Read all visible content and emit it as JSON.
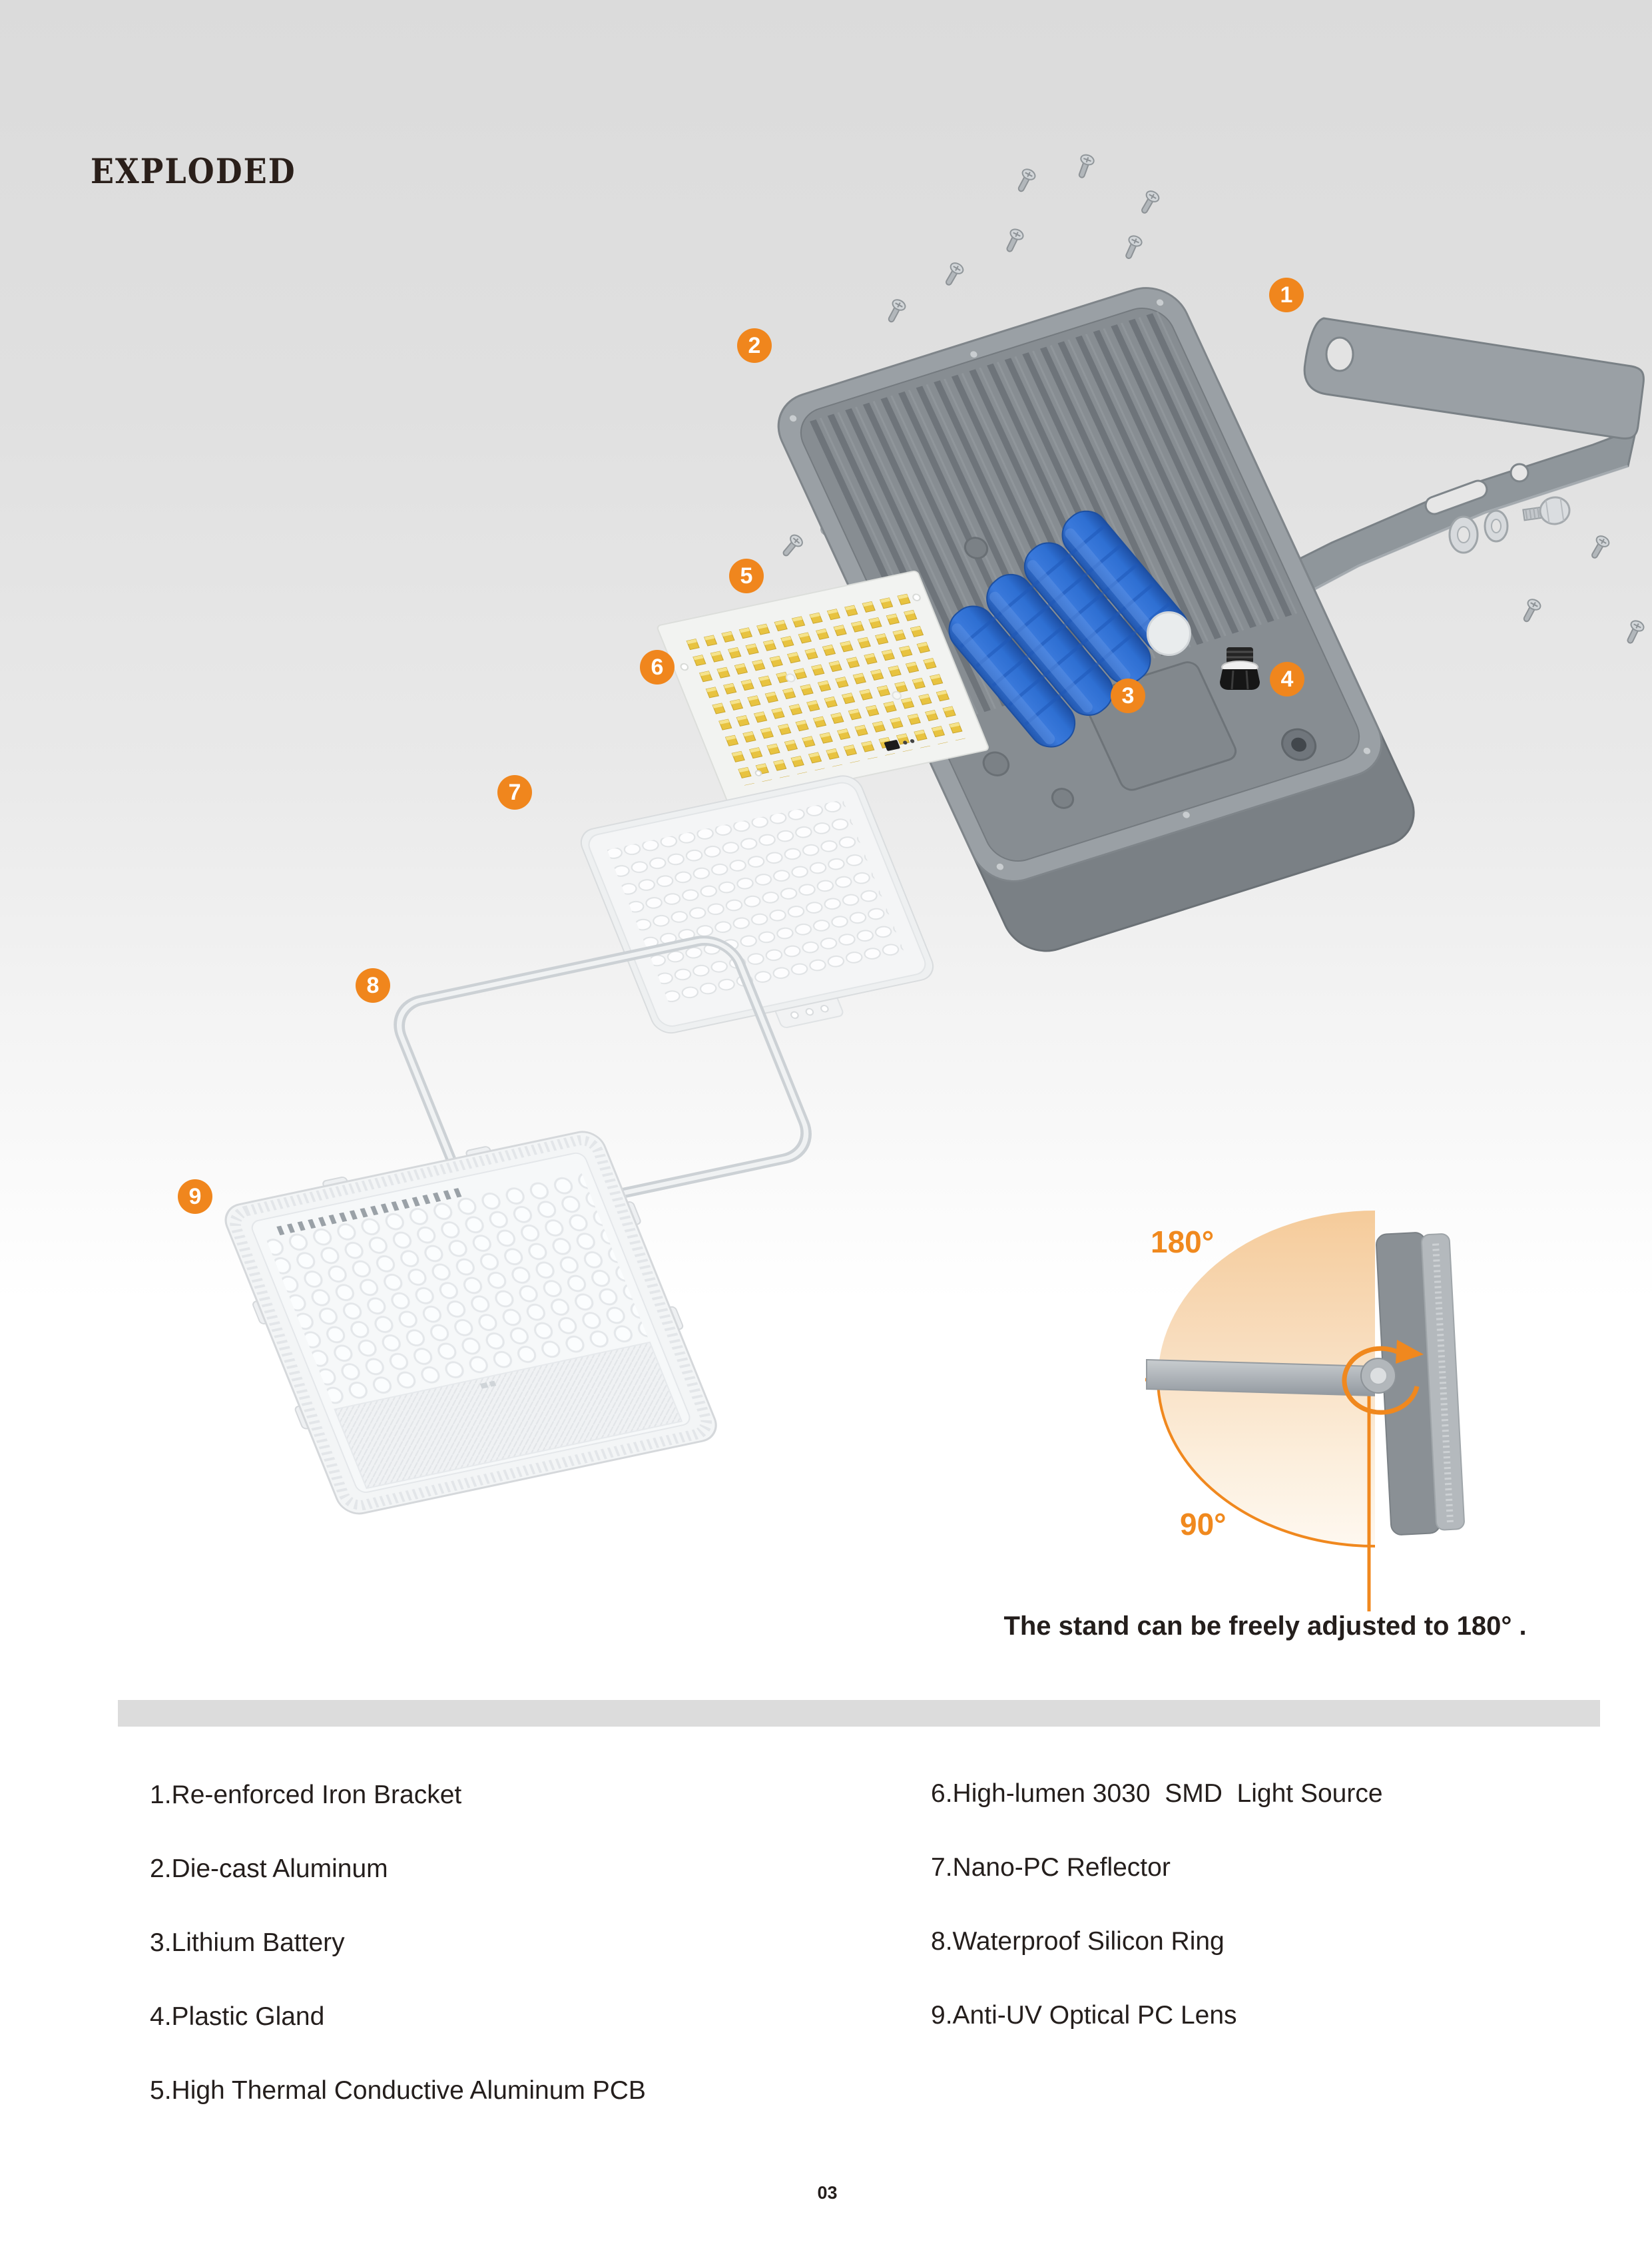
{
  "page": {
    "title": "EXPLODED",
    "page_number": "03"
  },
  "callouts": [
    {
      "num": "1"
    },
    {
      "num": "2"
    },
    {
      "num": "3"
    },
    {
      "num": "4"
    },
    {
      "num": "5"
    },
    {
      "num": "6"
    },
    {
      "num": "7"
    },
    {
      "num": "8"
    },
    {
      "num": "9"
    }
  ],
  "angle_diagram": {
    "top_angle": "180°",
    "bottom_angle": "90°",
    "caption": "The stand can be freely adjusted to 180° ."
  },
  "parts_list": {
    "left": [
      "1.Re-enforced Iron Bracket",
      "2.Die-cast Aluminum",
      "3.Lithium Battery",
      "4.Plastic Gland",
      "5.High Thermal Conductive Aluminum PCB"
    ],
    "right": [
      "6.High-lumen 3030  SMD  Light Source",
      "7.Nano-PC Reflector",
      "8.Waterproof Silicon Ring",
      "9.Anti-UV Optical PC Lens"
    ]
  },
  "colors": {
    "accent_orange": "#F0861D",
    "battery_blue": "#2E6FD2",
    "led_yellow": "#E8C340",
    "housing_gray": "#8F959A",
    "separator_gray": "#DCDCDC",
    "fan_peach": "#F5CB9A"
  }
}
